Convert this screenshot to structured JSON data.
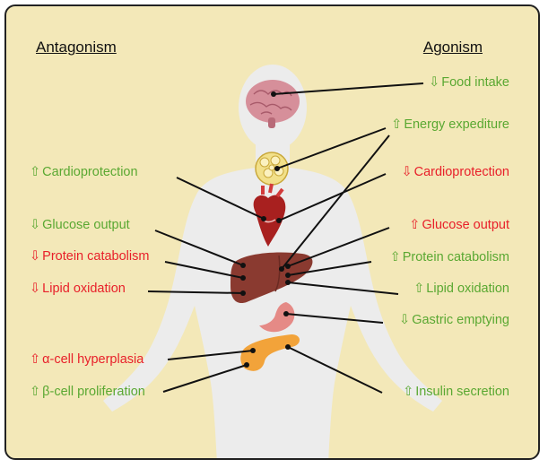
{
  "headers": {
    "left": "Antagonism",
    "right": "Agonism"
  },
  "colors": {
    "increase_benefit": "#5aa832",
    "harmful": "#e8202a",
    "background": "#f3e8b8",
    "body_silhouette": "#ececec"
  },
  "left_labels": [
    {
      "arrow": "⇧",
      "text": "Cardioprotection",
      "color": "#5aa832"
    },
    {
      "arrow": "⇩",
      "text": "Glucose output",
      "color": "#5aa832"
    },
    {
      "arrow": "⇩",
      "text": "Protein catabolism",
      "color": "#e8202a"
    },
    {
      "arrow": "⇩",
      "text": "Lipid oxidation",
      "color": "#e8202a"
    },
    {
      "arrow": "⇧",
      "text": "α-cell hyperplasia",
      "color": "#e8202a"
    },
    {
      "arrow": "⇧",
      "text": "β-cell proliferation",
      "color": "#5aa832"
    }
  ],
  "right_labels": [
    {
      "arrow": "⇩",
      "text": "Food intake",
      "color": "#5aa832"
    },
    {
      "arrow": "⇧",
      "text": "Energy expediture",
      "color": "#5aa832"
    },
    {
      "arrow": "⇩",
      "text": "Cardioprotection",
      "color": "#e8202a"
    },
    {
      "arrow": "⇧",
      "text": "Glucose output",
      "color": "#e8202a"
    },
    {
      "arrow": "⇧",
      "text": "Protein catabolism",
      "color": "#5aa832"
    },
    {
      "arrow": "⇧",
      "text": "Lipid oxidation",
      "color": "#5aa832"
    },
    {
      "arrow": "⇩",
      "text": "Gastric emptying",
      "color": "#5aa832"
    },
    {
      "arrow": "⇧",
      "text": "Insulin secretion",
      "color": "#5aa832"
    }
  ],
  "organs": [
    "brain-icon",
    "adipose-tissue-icon",
    "heart-icon",
    "liver-icon",
    "stomach-icon",
    "pancreas-icon"
  ]
}
